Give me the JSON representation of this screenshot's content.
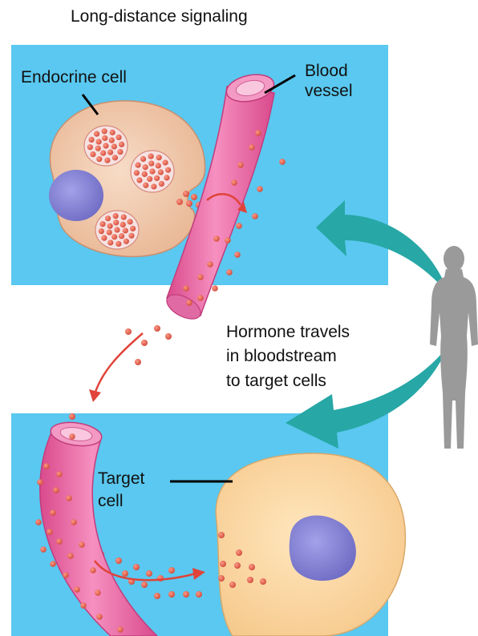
{
  "title": "Long-distance signaling",
  "labels": {
    "endocrine_cell": "Endocrine cell",
    "blood_vessel": [
      "Blood",
      "vessel"
    ],
    "hormone_travel": [
      "Hormone travels",
      "in bloodstream",
      "to target cells"
    ],
    "target_cell": [
      "Target",
      "cell"
    ]
  },
  "colors": {
    "panel": "#5ac8f0",
    "vessel": "#ef6aa4",
    "vessel_inner": "#f9b4d2",
    "endocrine_cell": "#f2c8a8",
    "nucleus": "#8a88d6",
    "target_cell": "#fbd9a2",
    "hormone": "#e0594a",
    "arrow_teal": "#27a7a6",
    "silhouette": "#9a9a9a"
  }
}
